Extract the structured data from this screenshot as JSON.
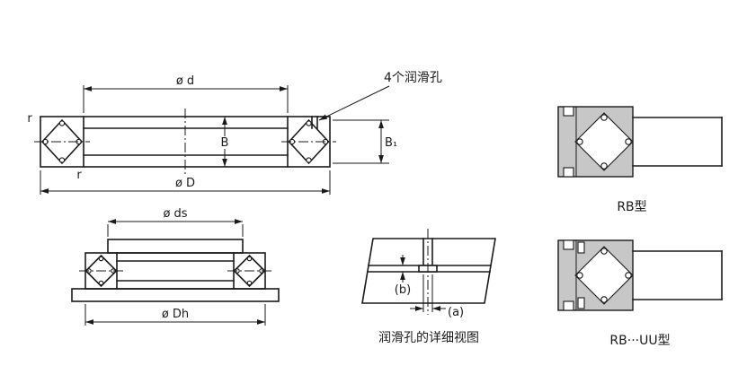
{
  "colors": {
    "line": "#1a1a1a",
    "section_fill": "#c7c7c7",
    "background": "#ffffff"
  },
  "main_view": {
    "dim_inner_diameter": "ø d",
    "dim_outer_diameter": "ø D",
    "dim_width": "B",
    "dim_outer_ring_width": "B₁",
    "fillet_top": "r",
    "fillet_bottom": "r",
    "lube_holes_note": "4个润滑孔"
  },
  "mounting_view": {
    "dim_shaft_shoulder": "ø ds",
    "dim_housing_shoulder": "ø Dh"
  },
  "detail_view": {
    "dim_b": "(b)",
    "dim_a": "(a)",
    "caption": "润滑孔的详细视图"
  },
  "type_panels": {
    "rb_label": "RB型",
    "rb_uu_label": "RB···UU型"
  }
}
